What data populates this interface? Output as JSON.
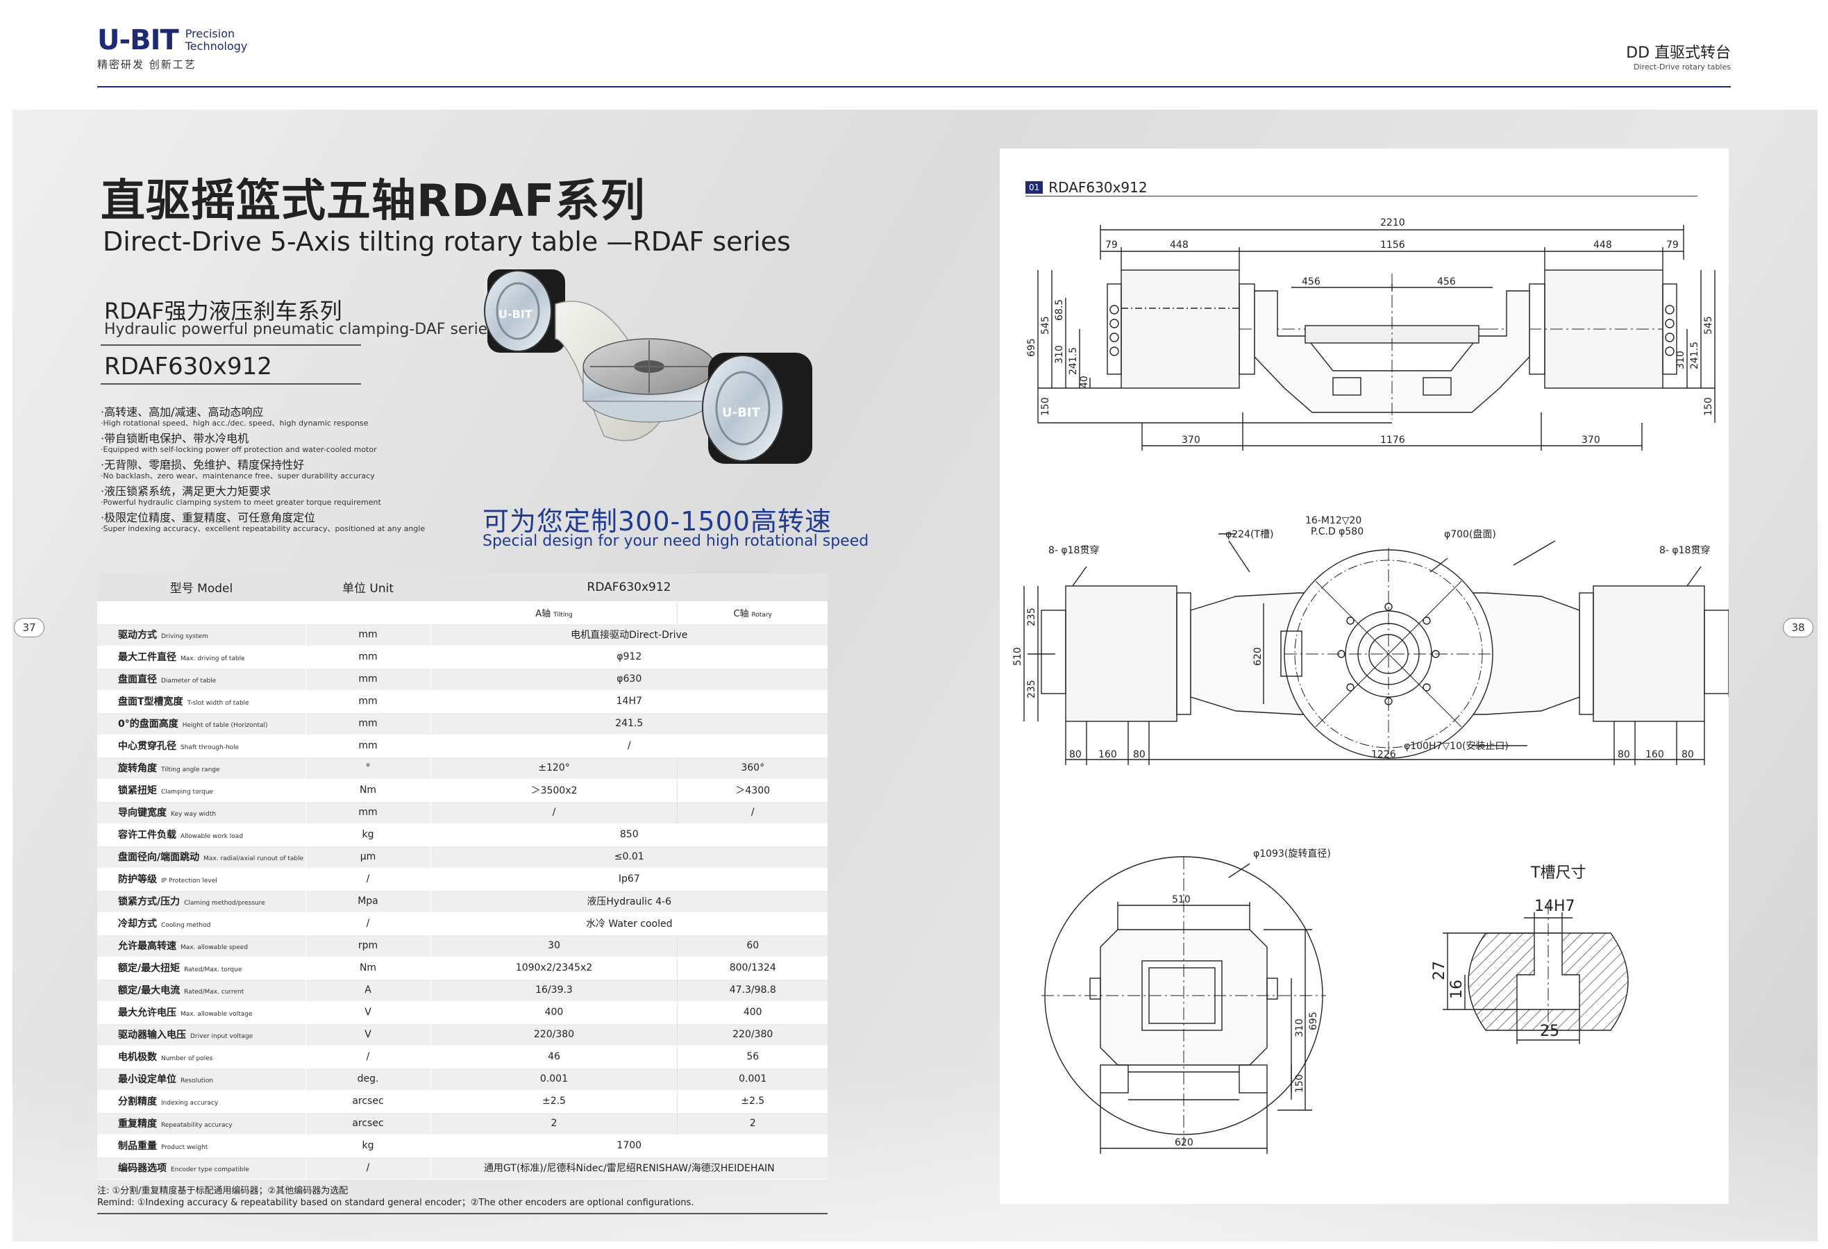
{
  "header": {
    "logo_mark": "U-BIT",
    "logo_sub_1": "Precision",
    "logo_sub_2": "Technology",
    "logo_tagline": "精密研发 创新工艺",
    "category_cn": "DD 直驱式转台",
    "category_en": "Direct-Drive rotary tables",
    "page_left": "37",
    "page_right": "38",
    "brand_color": "#1e2a72"
  },
  "left": {
    "title_cn": "直驱摇篮式五轴RDAF系列",
    "title_en": "Direct-Drive 5-Axis tilting rotary table —RDAF series",
    "subtitle_cn": "RDAF强力液压刹车系列",
    "subtitle_en": "Hydraulic powerful pneumatic clamping-DAF series",
    "model": "RDAF630x912",
    "product_badge": "U-BIT",
    "features": [
      {
        "cn": "·高转速、高加/减速、高动态响应",
        "en": "·High rotational speed、high acc./dec. speed、high dynamic response"
      },
      {
        "cn": "·带自锁断电保护、带水冷电机",
        "en": "·Equipped with self-locking power off protection and water-cooled motor"
      },
      {
        "cn": "·无背隙、零磨损、免维护、精度保持性好",
        "en": "·No backlash、zero wear、maintenance free、super durability accuracy"
      },
      {
        "cn": "·液压锁紧系统，满足更大力矩要求",
        "en": "·Powerful hydraulic clamping system to meet greater torque requirement"
      },
      {
        "cn": "·极限定位精度、重复精度、可任意角度定位",
        "en": "·Super indexing accuracy、excellent repeatability accuracy、positioned at any angle"
      }
    ],
    "custom_cn": "可为您定制300-1500高转速",
    "custom_en": "Special design for your need high rotational speed",
    "accent_color": "#1f3a93"
  },
  "spec": {
    "header": {
      "model_label": "型号 Model",
      "unit_label": "单位 Unit",
      "model_value": "RDAF630x912"
    },
    "axis_a_cn": "A轴",
    "axis_a_en": "Tilting",
    "axis_c_cn": "C轴",
    "axis_c_en": "Rotary",
    "rows": [
      {
        "cn": "驱动方式",
        "en": "Driving system",
        "unit": "mm",
        "merged": "电机直接驱动Direct-Drive"
      },
      {
        "cn": "最大工件直径",
        "en": "Max. driving of table",
        "unit": "mm",
        "merged": "φ912"
      },
      {
        "cn": "盘面直径",
        "en": "Diameter of table",
        "unit": "mm",
        "merged": "φ630"
      },
      {
        "cn": "盘面T型槽宽度",
        "en": "T-slot width of table",
        "unit": "mm",
        "merged": "14H7"
      },
      {
        "cn": "0°的盘面高度",
        "en": "Height of table (Horizontal)",
        "unit": "mm",
        "merged": "241.5"
      },
      {
        "cn": "中心贯穿孔径",
        "en": "Shaft through-hole",
        "unit": "mm",
        "merged": "/"
      },
      {
        "cn": "旋转角度",
        "en": "Tilting angle range",
        "unit": "°",
        "a": "±120°",
        "c": "360°"
      },
      {
        "cn": "锁紧扭矩",
        "en": "Clamping torque",
        "unit": "Nm",
        "a": "＞3500x2",
        "c": "＞4300"
      },
      {
        "cn": "导向键宽度",
        "en": "Key way width",
        "unit": "mm",
        "a": "/",
        "c": "/"
      },
      {
        "cn": "容许工件负载",
        "en": "Allowable work load",
        "unit": "kg",
        "merged": "850"
      },
      {
        "cn": "盘面径向/端面跳动",
        "en": "Max. radial/axial runout of table",
        "unit": "μm",
        "merged": "≤0.01"
      },
      {
        "cn": "防护等级",
        "en": "IP Protection level",
        "unit": "/",
        "merged": "Ip67"
      },
      {
        "cn": "锁紧方式/压力",
        "en": "Claming method/pressure",
        "unit": "Mpa",
        "merged": "液压Hydraulic 4-6"
      },
      {
        "cn": "冷却方式",
        "en": "Cooling method",
        "unit": "/",
        "merged": "水冷 Water cooled"
      },
      {
        "cn": "允许最高转速",
        "en": "Max. allowable speed",
        "unit": "rpm",
        "a": "30",
        "c": "60"
      },
      {
        "cn": "额定/最大扭矩",
        "en": "Rated/Max. torque",
        "unit": "Nm",
        "a": "1090x2/2345x2",
        "c": "800/1324"
      },
      {
        "cn": "额定/最大电流",
        "en": "Rated/Max. current",
        "unit": "A",
        "a": "16/39.3",
        "c": "47.3/98.8"
      },
      {
        "cn": "最大允许电压",
        "en": "Max. allowable voltage",
        "unit": "V",
        "a": "400",
        "c": "400"
      },
      {
        "cn": "驱动器输入电压",
        "en": "Driver input voltage",
        "unit": "V",
        "a": "220/380",
        "c": "220/380"
      },
      {
        "cn": "电机极数",
        "en": "Number of poles",
        "unit": "/",
        "a": "46",
        "c": "56"
      },
      {
        "cn": "最小设定单位",
        "en": "Resolution",
        "unit": "deg.",
        "a": "0.001",
        "c": "0.001"
      },
      {
        "cn": "分割精度",
        "en": "Indexing accuracy",
        "unit": "arcsec",
        "a": "±2.5",
        "c": "±2.5"
      },
      {
        "cn": "重复精度",
        "en": "Repeatability accuracy",
        "unit": "arcsec",
        "a": "2",
        "c": "2"
      },
      {
        "cn": "制品重量",
        "en": "Product weight",
        "unit": "kg",
        "merged": "1700"
      },
      {
        "cn": "编码器选项",
        "en": "Encoder type compatible",
        "unit": "/",
        "merged": "通用GT(标准)/尼德科Nidec/雷尼绍RENISHAW/海德汉HEIDEHAIN"
      }
    ],
    "remark_cn": "注: ①分割/重复精度基于标配通用编码器；②其他编码器为选配",
    "remark_en": "Remind: ①Indexing accuracy & repeatability based on standard general encoder；②The other encoders are optional configurations."
  },
  "drawing": {
    "number": "01",
    "title": "RDAF630x912",
    "front": {
      "total": "2210",
      "d79a": "79",
      "d448a": "448",
      "d1156": "1156",
      "d448b": "448",
      "d79b": "79",
      "d456a": "456",
      "d456b": "456",
      "v695": "695",
      "v545": "545",
      "v68_5": "68.5",
      "v310": "310",
      "v241_5": "241.5",
      "v40": "40",
      "v150": "150",
      "b370a": "370",
      "b1176": "1176",
      "b370b": "370"
    },
    "top": {
      "bolt_label": "16-M12▽20",
      "pcd_label": "P.C.D φ580",
      "d224_label": "φ224(T槽)",
      "d700_label": "φ700(盘面)",
      "hole_left": "8- φ18贯穿",
      "hole_right": "8- φ18贯穿",
      "v510": "510",
      "v235a": "235",
      "v235b": "235",
      "v620": "620",
      "bore_label": "φ100H7▽10(安装止口)",
      "b80a": "80",
      "b160a": "160",
      "b80b": "80",
      "b1226": "1226",
      "b80c": "80",
      "b160b": "160",
      "b80d": "80"
    },
    "side": {
      "swing_label": "φ1093(旋转直径)",
      "w510": "510",
      "w620": "620",
      "v695": "695",
      "v310": "310",
      "v150": "150"
    },
    "tslot": {
      "title": "T槽尺寸",
      "h14h7": "14H7",
      "v27": "27",
      "v16": "16",
      "w25": "25"
    }
  }
}
